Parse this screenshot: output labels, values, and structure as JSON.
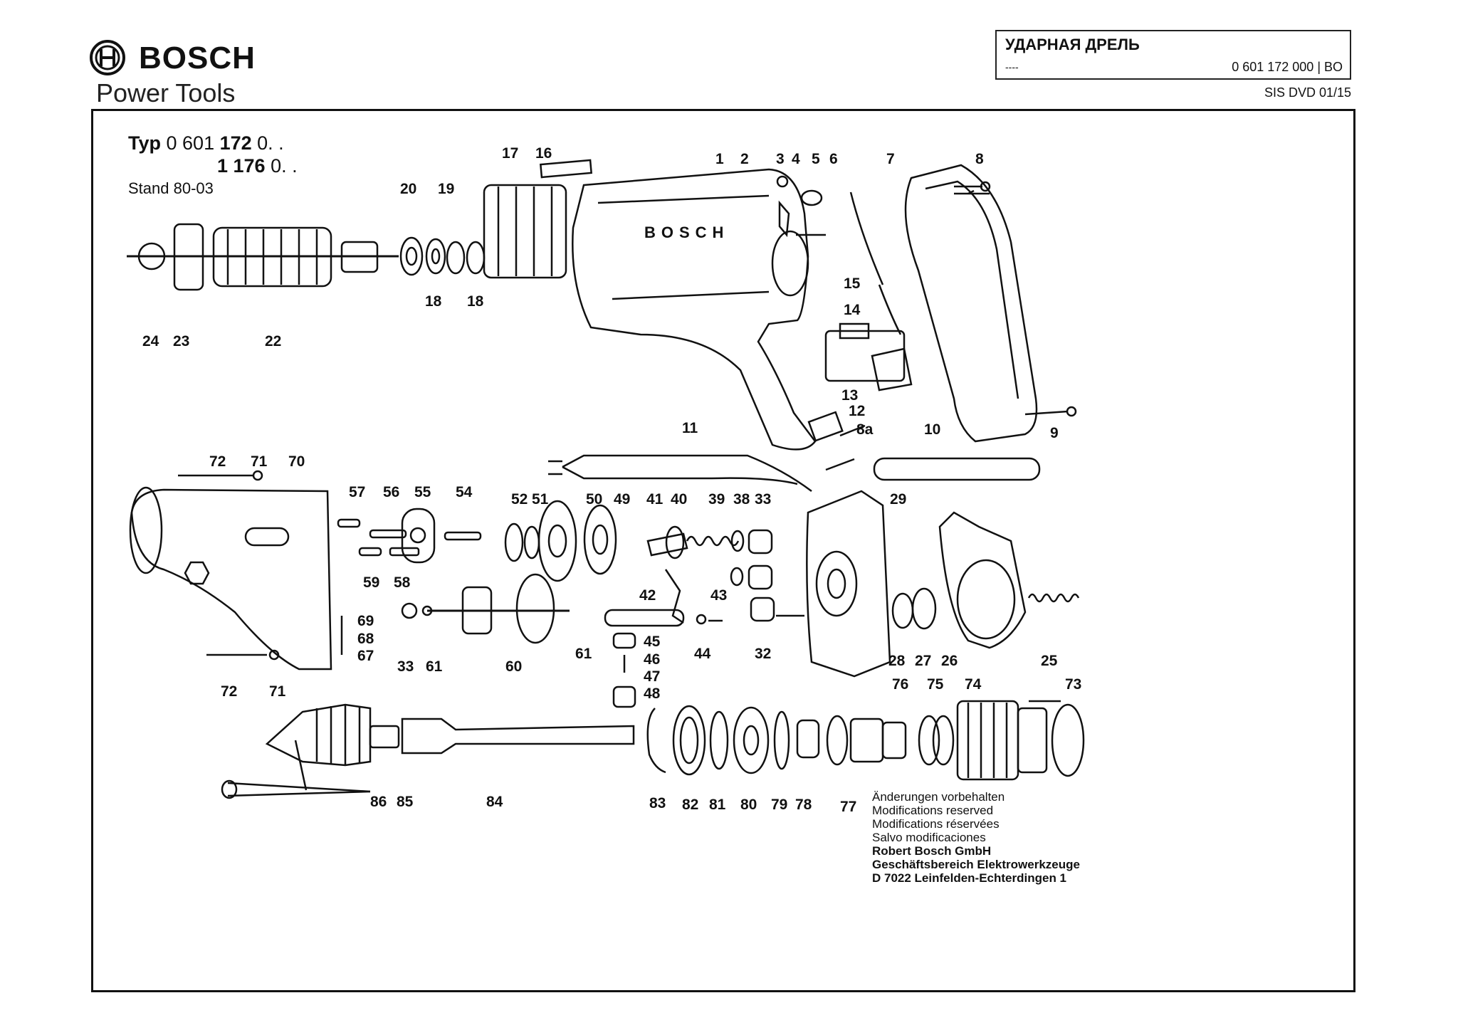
{
  "brand": {
    "name": "BOSCH",
    "sub": "Power Tools"
  },
  "title": {
    "main": "УДАРНАЯ ДРЕЛЬ",
    "dash": "----",
    "code": "0 601 172 000 | BO"
  },
  "sheet_ref": "SIS DVD 01/15",
  "type_block": {
    "typ_label": "Typ",
    "typ1_a": "0 601 ",
    "typ1_b": "172",
    "typ1_c": " 0. .",
    "typ2_b": "1 176",
    "typ2_c": " 0. .",
    "stand": "Stand 80-03"
  },
  "housing_text": "BOSCH",
  "notes": {
    "lines": [
      "Änderungen vorbehalten",
      "Modifications reserved",
      "Modifications réservées",
      "Salvo modificaciones"
    ],
    "company": [
      "Robert Bosch GmbH",
      "Geschäftsbereich Elektrowerkzeuge",
      "D 7022 Leinfelden-Echterdingen 1"
    ]
  },
  "part_labels": [
    "1",
    "2",
    "3",
    "4",
    "5",
    "6",
    "7",
    "8",
    "8a",
    "9",
    "10",
    "11",
    "12",
    "13",
    "14",
    "15",
    "16",
    "17",
    "18",
    "18",
    "19",
    "20",
    "22",
    "23",
    "24",
    "25",
    "26",
    "27",
    "28",
    "29",
    "32",
    "33",
    "33",
    "38",
    "39",
    "40",
    "41",
    "42",
    "43",
    "44",
    "45",
    "46",
    "47",
    "48",
    "49",
    "50",
    "51",
    "52",
    "54",
    "55",
    "56",
    "57",
    "58",
    "59",
    "60",
    "61",
    "61",
    "67",
    "68",
    "69",
    "70",
    "71",
    "71",
    "72",
    "72",
    "73",
    "74",
    "75",
    "76",
    "77",
    "78",
    "79",
    "80",
    "81",
    "82",
    "83",
    "84",
    "85",
    "86"
  ]
}
